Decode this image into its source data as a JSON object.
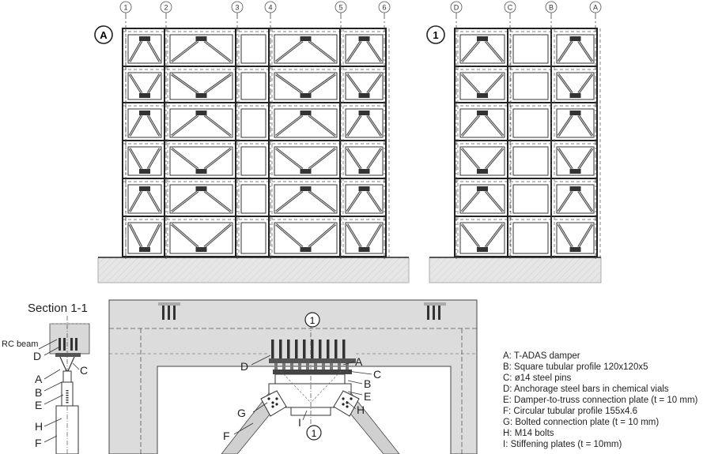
{
  "elevationA": {
    "marker": "A",
    "axes": [
      "1",
      "2",
      "3",
      "4",
      "5",
      "6"
    ]
  },
  "elevation1": {
    "marker": "1",
    "axes": [
      "D",
      "C",
      "B",
      "A"
    ]
  },
  "section": {
    "title": "Section 1-1",
    "rc_beam": "RC beam",
    "letters": [
      "D",
      "C",
      "A",
      "B",
      "E",
      "H",
      "F"
    ]
  },
  "detail": {
    "cut_top": "1",
    "cut_bottom": "1",
    "letters": {
      "D": "D",
      "A": "A",
      "C": "C",
      "B": "B",
      "E": "E",
      "G": "G",
      "H": "H",
      "F": "F",
      "I": "I"
    }
  },
  "legend": [
    "A: T-ADAS damper",
    "B: Square tubular profile 120x120x5",
    "C: ø14 steel pins",
    "D: Anchorage steel bars in chemical vials",
    "E: Damper-to-truss connection plate (t = 10 mm)",
    "F: Circular tubular profile 155x4.6",
    "G: Bolted connection plate (t = 10 mm)",
    "H: M14 bolts",
    "I: Stiffening plates (t = 10mm)"
  ],
  "colors": {
    "line": "#222222",
    "ground": "#e4e4e4",
    "concrete": "#dadada",
    "brace": "#c8c8c8"
  }
}
